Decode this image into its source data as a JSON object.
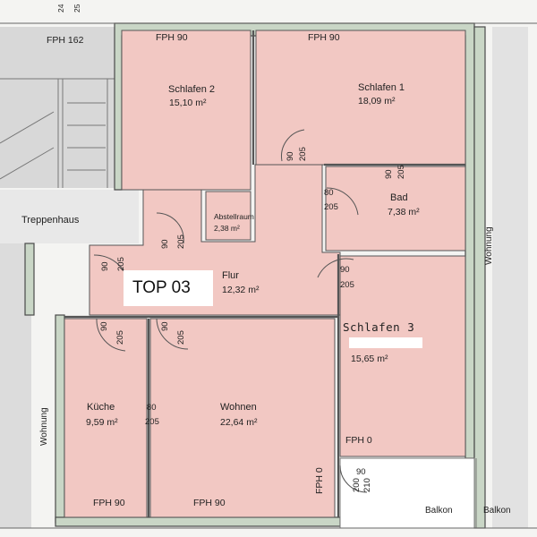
{
  "marks": {
    "top_numbers": [
      "24",
      "25"
    ]
  },
  "unit_label": "TOP 03",
  "neighbour_labels": {
    "staircase": "Treppenhaus",
    "flat_left": "Wohnung",
    "flat_right": "Wohnung",
    "balcony_1": "Balkon",
    "balcony_2": "Balkon"
  },
  "rooms": {
    "schlafen2": {
      "name": "Schlafen 2",
      "area": "15,10 m²"
    },
    "schlafen1": {
      "name": "Schlafen 1",
      "area": "18,09 m²"
    },
    "abstellraum": {
      "name": "Abstellraum",
      "area": "2,38 m²"
    },
    "bad": {
      "name": "Bad",
      "area": "7,38 m²"
    },
    "flur": {
      "name": "Flur",
      "area": "12,32 m²"
    },
    "schlafen3": {
      "name": "Schlafen 3",
      "area": "15,65 m²"
    },
    "kueche": {
      "name": "Küche",
      "area": "9,59 m²"
    },
    "wohnen": {
      "name": "Wohnen",
      "area": "22,64 m²"
    }
  },
  "fph": {
    "stair_top": "FPH 162",
    "s2_top": "FPH 90",
    "s1_top": "FPH 90",
    "s3_bottom": "FPH 0",
    "balcony_door": "FPH 0",
    "kitchen_bottom": "FPH 90",
    "living_bottom": "FPH 90"
  },
  "door_dims": {
    "w90": "90",
    "h205": "205",
    "w80": "80",
    "h200": "200",
    "h210": "210"
  },
  "colors": {
    "room_fill": "#f2c8c3",
    "wall_fill": "#c9d6c6",
    "wall_stroke": "#4a4a4a",
    "exterior_fill": "#d8d8d8",
    "background": "#f4f4f2"
  }
}
